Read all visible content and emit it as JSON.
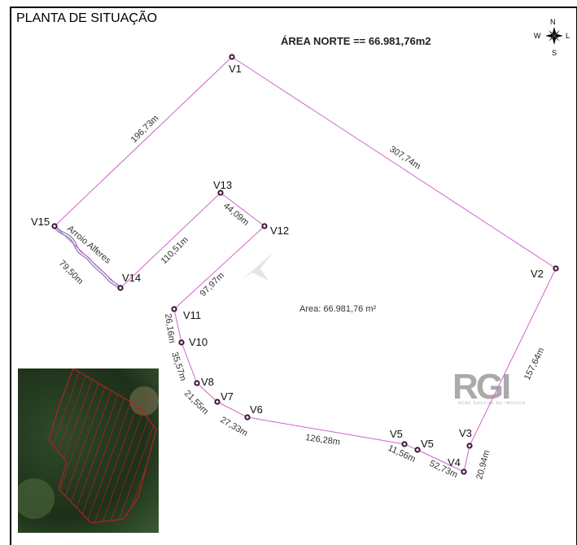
{
  "title": "PLANTA DE SITUAÇÃO",
  "area_header": "ÁREA NORTE == 66.981,76m2",
  "area_label": "Area: 66.981,76  m²",
  "compass": {
    "n": "N",
    "s": "S",
    "w": "W",
    "e": "L"
  },
  "stream_label": "Arroio  Alferes",
  "vertices": [
    "V1",
    "V2",
    "V3",
    "V4",
    "V5",
    "V5",
    "V6",
    "V7",
    "V8",
    "V10",
    "V11",
    "V12",
    "V13",
    "V14",
    "V15"
  ],
  "segments": [
    "196,73m",
    "307,74m",
    "157,64m",
    "20,94m",
    "52,73m",
    "11,56m",
    "126,28m",
    "27,33m",
    "21,55m",
    "35,57m",
    "26,16m",
    "97,97m",
    "44,09m",
    "110,51m",
    "79,50m"
  ],
  "logo": {
    "text": "RGI",
    "subtitle": "REDE GAÚCHA DE IMÓVEIS"
  },
  "colors": {
    "boundary": "#cc66cc",
    "vertex": "#3a1030",
    "stream": "#8080b0",
    "hatch": "#c02020"
  }
}
